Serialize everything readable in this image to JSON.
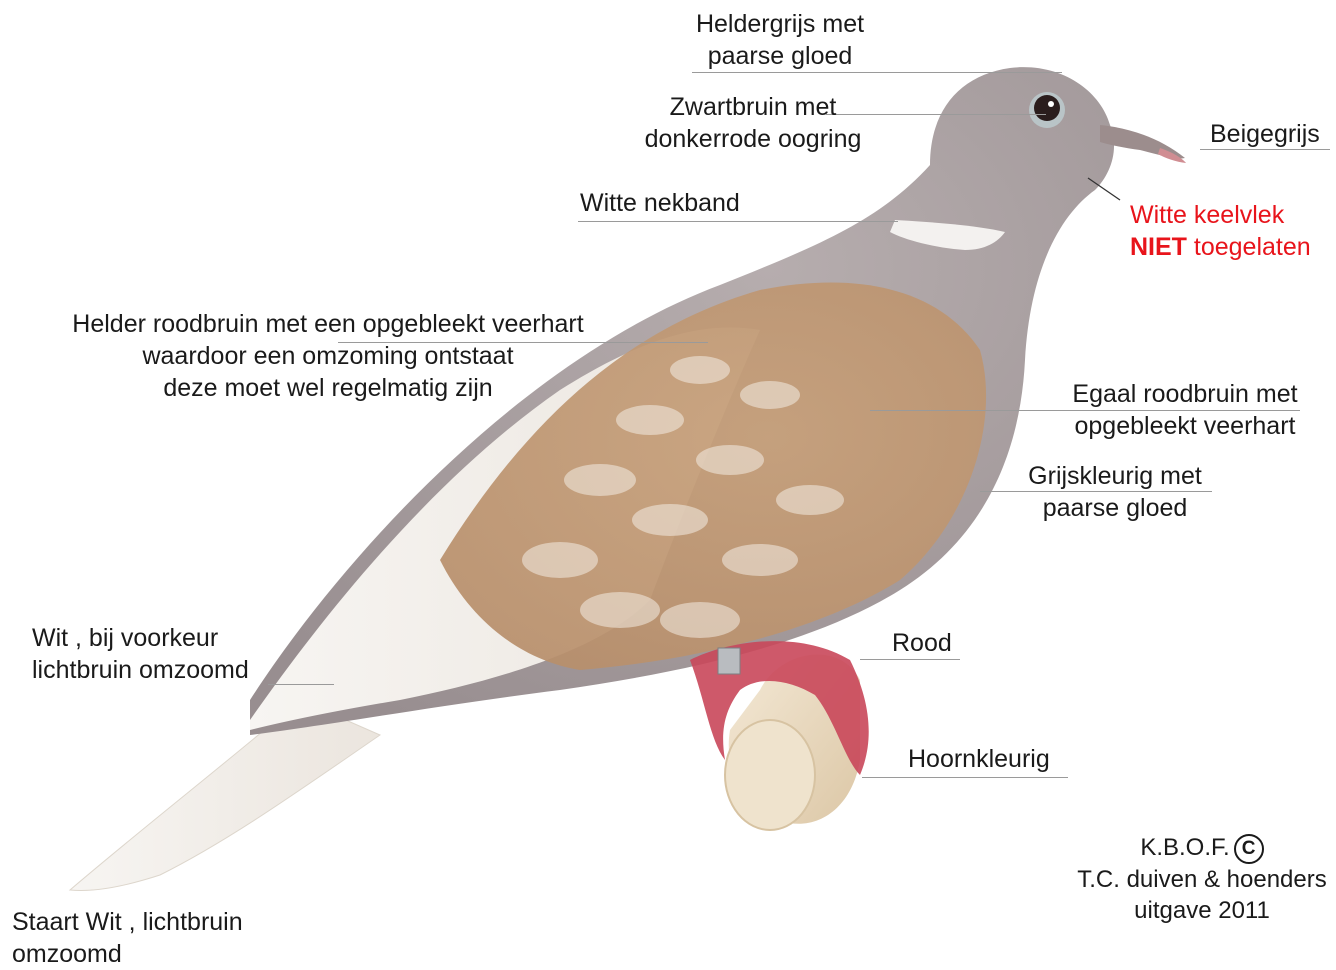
{
  "labels": {
    "head": [
      "Heldergrijs met",
      "paarse gloed"
    ],
    "eye": [
      "Zwartbruin met",
      "donkerrode oogring"
    ],
    "beak": "Beigegrijs",
    "throat": {
      "line1": "Witte keelvlek",
      "bold": "NIET",
      "rest": " toegelaten"
    },
    "collar": "Witte nekband",
    "wing": [
      "Helder roodbruin met een opgebleekt veerhart",
      "waardoor een omzoming ontstaat",
      "deze moet wel regelmatig zijn"
    ],
    "shoulder": [
      "Egaal roodbruin met",
      "opgebleekt veerhart"
    ],
    "breast": [
      "Grijskleurig met",
      "paarse gloed"
    ],
    "flight": [
      "Wit , bij voorkeur",
      "lichtbruin omzoomd"
    ],
    "feet": "Rood",
    "nails": "Hoornkleurig",
    "tail": [
      "Staart Wit , lichtbruin",
      "omzoomd"
    ]
  },
  "copyright": {
    "line1": "K.B.O.F.",
    "symbol": "C",
    "line2": "T.C. duiven & hoenders",
    "line3": "uitgave 2011"
  },
  "colors": {
    "body_grey": "#a49a9c",
    "wing_brown": "#c19c78",
    "white_feather": "#f5f1ec",
    "collar": "#f2f0ee",
    "feet": "#c9475a",
    "perch": "#ecdcc2",
    "warning": "#e8141b"
  }
}
